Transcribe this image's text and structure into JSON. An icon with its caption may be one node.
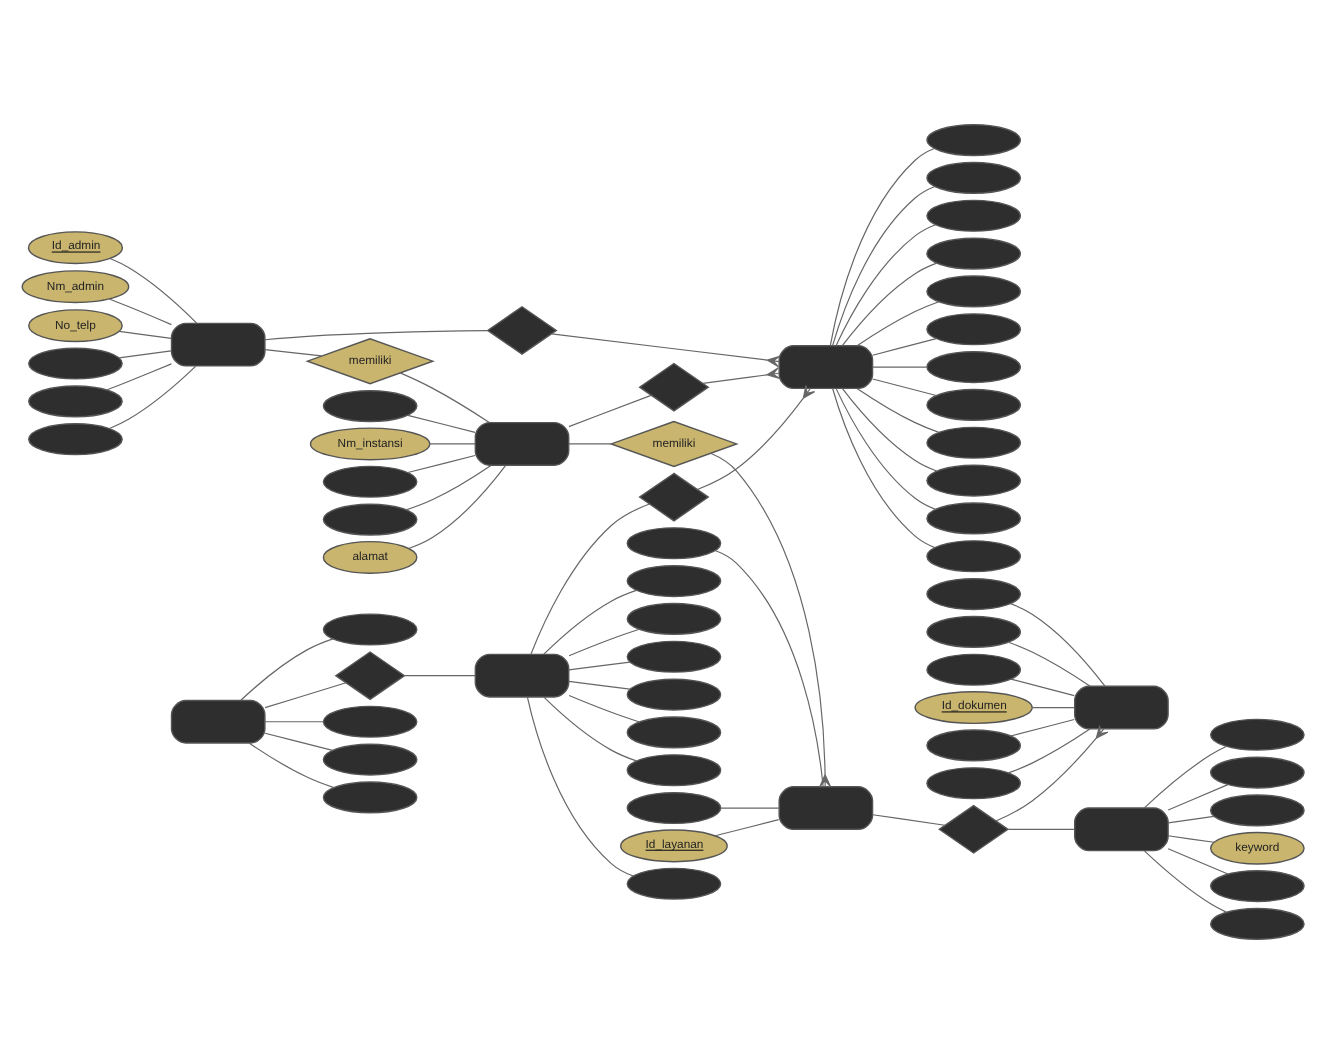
{
  "diagram": {
    "nodes": [
      {
        "text": [
          "Id_admin"
        ]
      },
      {
        "text": [
          "Nm_admin"
        ]
      },
      {
        "text": [
          "No_telp"
        ]
      },
      {
        "text": [],
        "shape": "ellipse"
      },
      {
        "text": [],
        "shape": "ellipse"
      },
      {
        "text": [],
        "shape": "ellipse"
      },
      {
        "text": [],
        "shape": "box"
      },
      {
        "text": [],
        "shape": "diamond"
      },
      {
        "text": [],
        "shape": "box"
      },
      {
        "text": [],
        "shape": "ellipse"
      },
      {
        "text": [],
        "shape": "ellipse"
      },
      {
        "text": [],
        "shape": "ellipse"
      },
      {
        "text": [],
        "shape": "ellipse"
      },
      {
        "text": [],
        "shape": "ellipse"
      },
      {
        "text": [],
        "shape": "ellipse"
      },
      {
        "text": [],
        "shape": "ellipse"
      },
      {
        "text": [],
        "shape": "ellipse"
      },
      {
        "text": [],
        "shape": "ellipse"
      },
      {
        "text": [],
        "shape": "ellipse"
      },
      {
        "text": [],
        "shape": "ellipse"
      },
      {
        "text": [],
        "shape": "ellipse"
      },
      {
        "text": [],
        "shape": "box"
      },
      {
        "text": [],
        "shape": "ellipse"
      },
      {
        "text": [],
        "shape": "ellipse"
      },
      {
        "text": [],
        "shape": "ellipse"
      },
      {
        "text": [],
        "shape": "ellipse"
      },
      {
        "text": [],
        "shape": "diamond"
      },
      {
        "text": [],
        "shape": "box"
      },
      {
        "text": [],
        "shape": "ellipse"
      },
      {
        "text": [],
        "shape": "ellipse"
      },
      {
        "text": [],
        "shape": "ellipse"
      },
      {
        "text": [],
        "shape": "ellipse"
      },
      {
        "text": [],
        "shape": "ellipse"
      },
      {
        "text": [],
        "shape": "ellipse"
      },
      {
        "text": [],
        "shape": "ellipse"
      },
      {
        "text": [
          "memiliki"
        ]
      },
      {
        "text": [],
        "shape": "ellipse"
      },
      {
        "text": [
          "Nm_instansi"
        ]
      },
      {
        "text": [],
        "shape": "ellipse"
      },
      {
        "text": [],
        "shape": "ellipse"
      },
      {
        "text": [
          "alamat"
        ]
      },
      {
        "text": [],
        "shape": "box"
      },
      {
        "text": [],
        "shape": "diamond"
      },
      {
        "text": [
          "memiliki"
        ]
      },
      {
        "text": [
          "Id_dokumen"
        ]
      },
      {
        "text": [
          "Id_layanan"
        ]
      },
      {
        "text": [],
        "shape": "ellipse"
      },
      {
        "text": [],
        "shape": "ellipse"
      },
      {
        "text": [],
        "shape": "box"
      },
      {
        "text": [],
        "shape": "diamond"
      },
      {
        "text": [],
        "shape": "ellipse"
      },
      {
        "text": [],
        "shape": "ellipse"
      },
      {
        "text": [],
        "shape": "ellipse"
      },
      {
        "text": [],
        "shape": "ellipse"
      },
      {
        "text": [],
        "shape": "ellipse"
      },
      {
        "text": [],
        "shape": "box"
      },
      {
        "text": [],
        "shape": "diamond"
      },
      {
        "text": [],
        "shape": "box"
      },
      {
        "text": [],
        "shape": "ellipse"
      },
      {
        "text": [],
        "shape": "ellipse"
      },
      {
        "text": [],
        "shape": "ellipse"
      },
      {
        "text": [
          "keyword"
        ]
      },
      {
        "text": [],
        "shape": "ellipse"
      },
      {
        "text": [],
        "shape": "ellipse"
      }
    ],
    "edges": [
      {
        "from": 0,
        "to": 6,
        "arrow": "none"
      },
      {
        "from": 1,
        "to": 6,
        "arrow": "none"
      },
      {
        "from": 2,
        "to": 6,
        "arrow": "none"
      },
      {
        "from": 3,
        "to": 6,
        "arrow": "none"
      },
      {
        "from": 4,
        "to": 6,
        "arrow": "none"
      },
      {
        "from": 5,
        "to": 6,
        "arrow": "none"
      },
      {
        "from": 6,
        "to": 7,
        "arrow": "none"
      },
      {
        "from": 7,
        "to": 8,
        "arrow": "other"
      },
      {
        "from": 8,
        "to": 9,
        "arrow": "none"
      },
      {
        "from": 8,
        "to": 10,
        "arrow": "none"
      },
      {
        "from": 8,
        "to": 11,
        "arrow": "none"
      },
      {
        "from": 8,
        "to": 12,
        "arrow": "none"
      },
      {
        "from": 8,
        "to": 13,
        "arrow": "none"
      },
      {
        "from": 8,
        "to": 14,
        "arrow": "none"
      },
      {
        "from": 8,
        "to": 15,
        "arrow": "none"
      },
      {
        "from": 8,
        "to": 16,
        "arrow": "none"
      },
      {
        "from": 8,
        "to": 17,
        "arrow": "none"
      },
      {
        "from": 8,
        "to": 18,
        "arrow": "none"
      },
      {
        "from": 8,
        "to": 19,
        "arrow": "none"
      },
      {
        "from": 8,
        "to": 20,
        "arrow": "none"
      },
      {
        "from": 21,
        "to": 22,
        "arrow": "none"
      },
      {
        "from": 21,
        "to": 23,
        "arrow": "none"
      },
      {
        "from": 21,
        "to": 24,
        "arrow": "none"
      },
      {
        "from": 21,
        "to": 25,
        "arrow": "none"
      },
      {
        "from": 21,
        "to": 26,
        "arrow": "none"
      },
      {
        "from": 26,
        "to": 27,
        "arrow": "none"
      },
      {
        "from": 27,
        "to": 28,
        "arrow": "none"
      },
      {
        "from": 27,
        "to": 29,
        "arrow": "none"
      },
      {
        "from": 27,
        "to": 30,
        "arrow": "none"
      },
      {
        "from": 27,
        "to": 31,
        "arrow": "none"
      },
      {
        "from": 27,
        "to": 32,
        "arrow": "none"
      },
      {
        "from": 27,
        "to": 33,
        "arrow": "none"
      },
      {
        "from": 27,
        "to": 34,
        "arrow": "none"
      },
      {
        "from": 6,
        "to": 35,
        "arrow": "none"
      },
      {
        "from": 35,
        "to": 41,
        "arrow": "none"
      },
      {
        "from": 36,
        "to": 41,
        "arrow": "none"
      },
      {
        "from": 37,
        "to": 41,
        "arrow": "none"
      },
      {
        "from": 38,
        "to": 41,
        "arrow": "none"
      },
      {
        "from": 39,
        "to": 41,
        "arrow": "none"
      },
      {
        "from": 40,
        "to": 41,
        "arrow": "none"
      },
      {
        "from": 41,
        "to": 42,
        "arrow": "none"
      },
      {
        "from": 42,
        "to": 8,
        "arrow": "other"
      },
      {
        "from": 41,
        "to": 43,
        "arrow": "none"
      },
      {
        "from": 43,
        "to": 48,
        "arrow": "other"
      },
      {
        "from": 45,
        "to": 48,
        "arrow": "none"
      },
      {
        "from": 46,
        "to": 48,
        "arrow": "none"
      },
      {
        "from": 47,
        "to": 48,
        "arrow": "none"
      },
      {
        "from": 27,
        "to": 49,
        "arrow": "none"
      },
      {
        "from": 49,
        "to": 8,
        "arrow": "other"
      },
      {
        "from": 44,
        "to": 55,
        "arrow": "none"
      },
      {
        "from": 50,
        "to": 55,
        "arrow": "none"
      },
      {
        "from": 51,
        "to": 55,
        "arrow": "none"
      },
      {
        "from": 52,
        "to": 55,
        "arrow": "none"
      },
      {
        "from": 53,
        "to": 55,
        "arrow": "none"
      },
      {
        "from": 54,
        "to": 55,
        "arrow": "none"
      },
      {
        "from": 48,
        "to": 56,
        "arrow": "none"
      },
      {
        "from": 56,
        "to": 55,
        "arrow": "other"
      },
      {
        "from": 56,
        "to": 57,
        "arrow": "none"
      },
      {
        "from": 57,
        "to": 58,
        "arrow": "none"
      },
      {
        "from": 57,
        "to": 59,
        "arrow": "none"
      },
      {
        "from": 57,
        "to": 60,
        "arrow": "none"
      },
      {
        "from": 57,
        "to": 61,
        "arrow": "none"
      },
      {
        "from": 57,
        "to": 62,
        "arrow": "none"
      },
      {
        "from": 57,
        "to": 63,
        "arrow": "none"
      }
    ]
  }
}
